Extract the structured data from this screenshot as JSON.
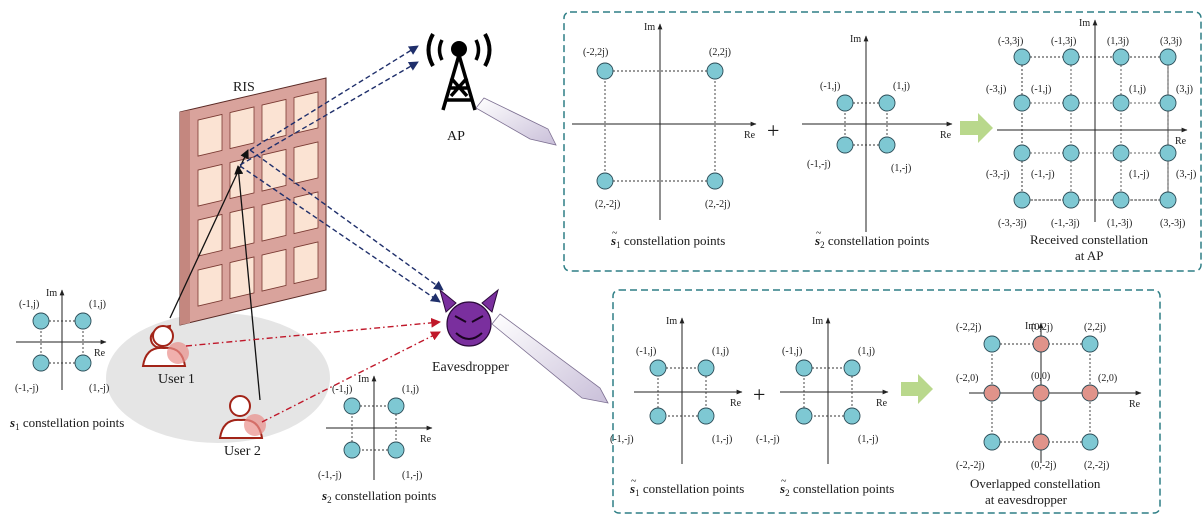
{
  "labels": {
    "ris": "RIS",
    "ap": "AP",
    "eve": "Eavesdropper",
    "user1": "User 1",
    "user2": "User 2",
    "re": "Re",
    "im": "Im",
    "plus": "+"
  },
  "captions": {
    "s1": "constellation points",
    "s2": "constellation points",
    "ap_s1": "constellation points",
    "ap_s2": "constellation points",
    "ap_rx_line1": "Received constellation",
    "ap_rx_line2": "at AP",
    "eve_s1": "constellation points",
    "eve_s2": "constellation points",
    "eve_rx_line1": "Overlapped constellation",
    "eve_rx_line2": "at eavesdropper"
  },
  "symbols": {
    "s1_letter": "s",
    "s1_sub": "1",
    "s2_letter": "s",
    "s2_sub": "2",
    "tilde": "~"
  },
  "points": {
    "unit": [
      "(-1,j)",
      "(1,j)",
      "(-1,-j)",
      "(1,-j)"
    ],
    "double": [
      "(-2,2j)",
      "(2,2j)",
      "(2,-2j)",
      "(2,-2j)"
    ],
    "received": [
      "(-3,3j)",
      "(-1,3j)",
      "(1,3j)",
      "(3,3j)",
      "(-3,j)",
      "(-1,j)",
      "(1,j)",
      "(3,j)",
      "(-3,-j)",
      "(-1,-j)",
      "(1,-j)",
      "(3,-j)",
      "(-3,-3j)",
      "(-1,-3j)",
      "(1,-3j)",
      "(3,-3j)"
    ],
    "overlapped": [
      "(-2,2j)",
      "(0,2j)",
      "(2,2j)",
      "(-2,0)",
      "(0,0)",
      "(2,0)",
      "(-2,-2j)",
      "(0,-2j)",
      "(2,-2j)"
    ]
  },
  "colors": {
    "point_blue": "#7ec8d3",
    "point_red": "#e0938a",
    "ris_panel": "#d9a39c",
    "ris_cell": "#fbe3d3",
    "box_border": "#2f7f86",
    "arrow_blue": "#1f2f6b",
    "arrow_red": "#c0182a",
    "eve_purple": "#7a2f9e",
    "green_arrow": "#b9d88c",
    "ellipse": "#dcdcdc"
  }
}
